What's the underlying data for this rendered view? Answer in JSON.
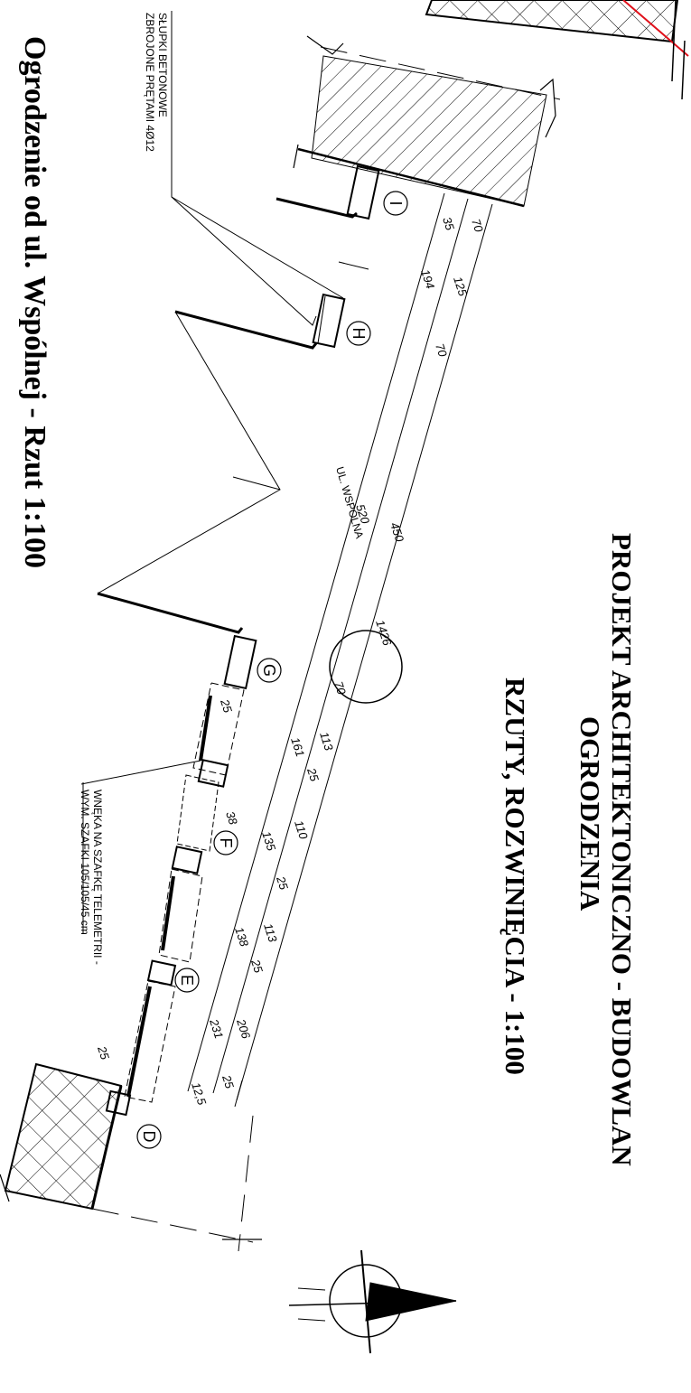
{
  "titles": {
    "project": "PROJEKT ARCHITEKTONICZNO - BUDOWLAN",
    "subject": "OGRODZENIA",
    "sheet": "RZUTY, ROZWINIĘCIA  -  1:100",
    "plan": "Ogrodzenie od ul. Wspólnej - Rzut  1:100"
  },
  "notes": {
    "posts_line1": "SŁUPKI BETONOWE",
    "posts_line2": "ZBROJONE PRĘTAMI 4Ø12",
    "niche_line1": "WNĘKA NA SZAFKĘ TELEMETRII -",
    "niche_line2": "WYM. SZAFKI 105/105/45 cm"
  },
  "street": "UL. WSPÓLNA",
  "axes": [
    "I",
    "H",
    "G",
    "F",
    "E",
    "D"
  ],
  "dimensions": {
    "outer_total": "1426",
    "mid_chain": [
      "70",
      "125",
      "70",
      "450",
      "70",
      "113",
      "25",
      "110",
      "25",
      "113",
      "25",
      "206",
      "25"
    ],
    "inner_chain": [
      "35",
      "194",
      "520",
      "161",
      "135",
      "138",
      "231",
      "12,5"
    ],
    "wall_thickness": [
      "25",
      "38",
      "25"
    ]
  },
  "colors": {
    "ink": "#000000",
    "accent": "#e0101a"
  }
}
